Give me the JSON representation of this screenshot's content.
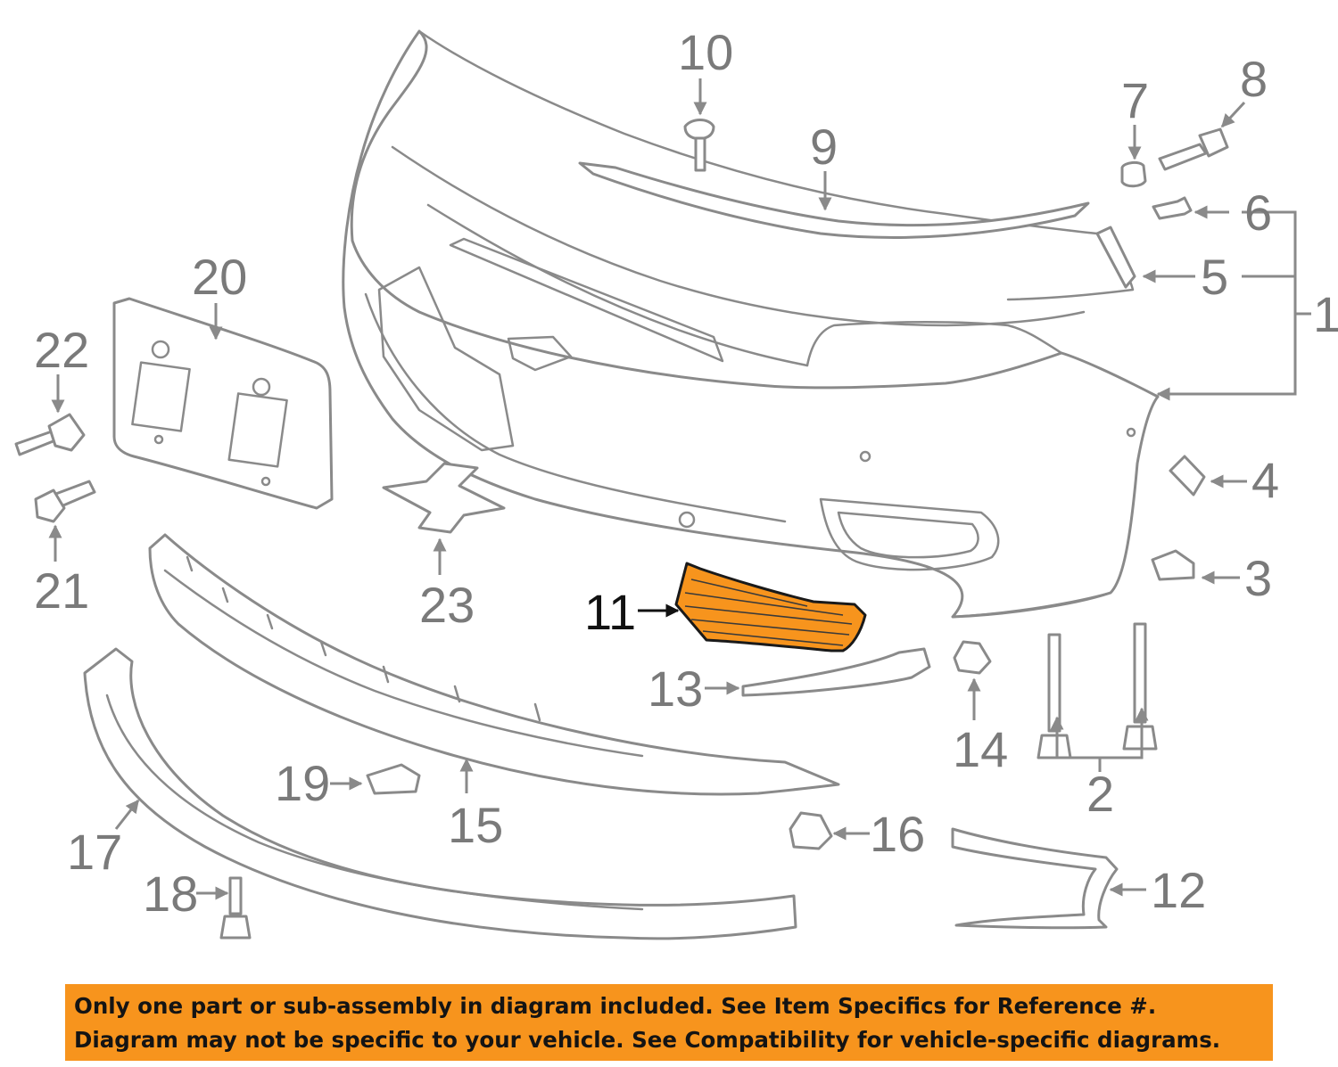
{
  "colors": {
    "highlight_fill": "#f7941d",
    "banner_fill": "#f7941d",
    "line_gray": "#8a8a8a",
    "label_gray": "#7a7a7a",
    "highlight_ink": "#111111"
  },
  "callouts": {
    "c1": "1",
    "c2": "2",
    "c3": "3",
    "c4": "4",
    "c5": "5",
    "c6": "6",
    "c7": "7",
    "c8": "8",
    "c9": "9",
    "c10": "10",
    "c11": "11",
    "c12": "12",
    "c13": "13",
    "c14": "14",
    "c15": "15",
    "c16": "16",
    "c17": "17",
    "c18": "18",
    "c19": "19",
    "c20": "20",
    "c21": "21",
    "c22": "22",
    "c23": "23"
  },
  "highlighted_part": "11",
  "notice": {
    "line1": "Only one part or sub-assembly in diagram included. See Item Specifics for Reference #.",
    "line2": "Diagram may not be specific to your vehicle. See Compatibility for vehicle-specific diagrams."
  }
}
